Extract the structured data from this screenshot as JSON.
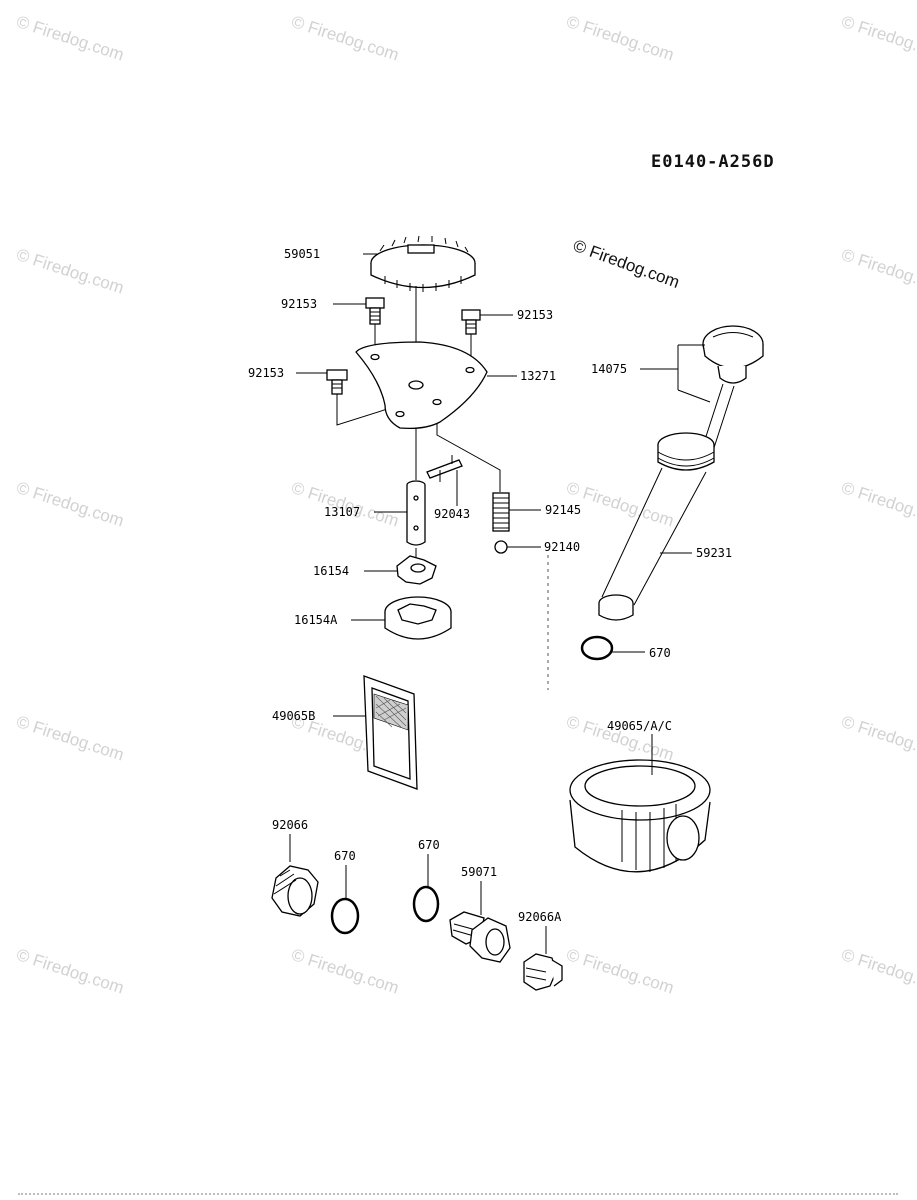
{
  "diagram_code": "E0140-A256D",
  "watermark_text": "© Firedog.com",
  "watermark_large_text": "© Firedog.com",
  "parts": {
    "gear": "59051",
    "bolt_top_left": "92153",
    "bolt_top_right": "92153",
    "bolt_left": "92153",
    "plate": "13271",
    "dipstick": "14075",
    "shaft": "13107",
    "pin": "92043",
    "spring": "92145",
    "ball": "92140",
    "inner_rotor": "16154",
    "outer_rotor": "16154A",
    "tube": "59231",
    "oring_tube": "670",
    "screen": "49065B",
    "oil_filter": "49065/A/C",
    "drain_plug": "92066",
    "oring_a": "670",
    "oring_b": "670",
    "fitting": "59071",
    "plug_small": "92066A"
  }
}
